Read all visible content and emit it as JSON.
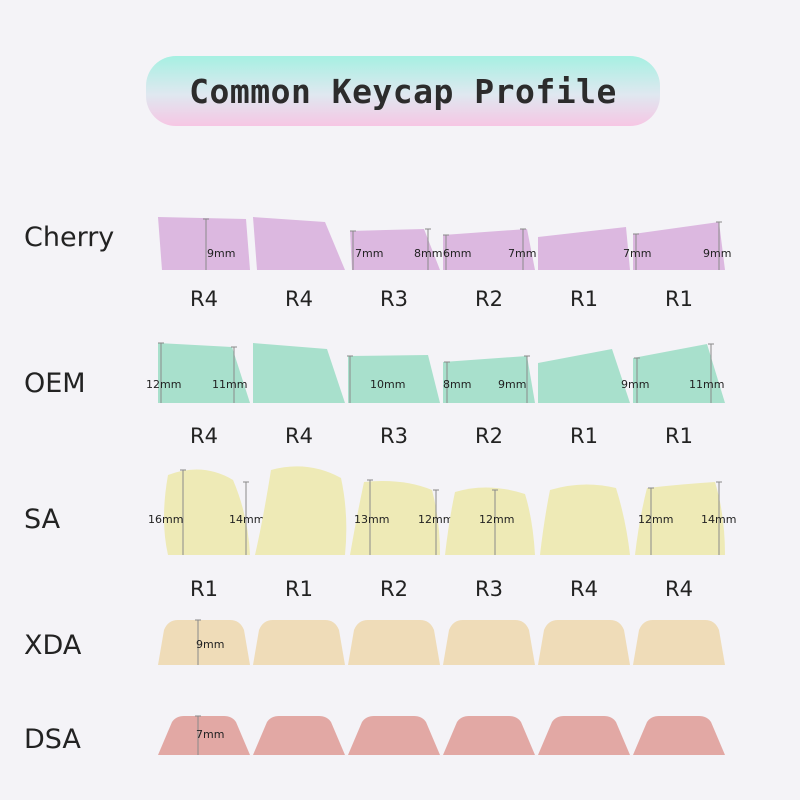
{
  "title": "Common Keycap Profile",
  "colors": {
    "cherry": "#dcb8e0",
    "oem": "#a8e0cc",
    "sa": "#eeeab6",
    "xda": "#efdcb8",
    "dsa": "#e2a8a4",
    "measure_line": "#8a8a8a"
  },
  "rows": [
    {
      "profile": "Cherry",
      "color_key": "cherry",
      "keys": [
        {
          "row_label": "R4",
          "left_height": "",
          "right_height": "",
          "center_height": "9mm"
        },
        {
          "row_label": "R4",
          "left_height": "",
          "right_height": "",
          "center_height": ""
        },
        {
          "row_label": "R3",
          "left_height": "7mm",
          "right_height": "8mm",
          "center_height": ""
        },
        {
          "row_label": "R2",
          "left_height": "6mm",
          "right_height": "7mm",
          "center_height": ""
        },
        {
          "row_label": "R1",
          "left_height": "",
          "right_height": "",
          "center_height": ""
        },
        {
          "row_label": "R1",
          "left_height": "7mm",
          "right_height": "9mm",
          "center_height": ""
        }
      ]
    },
    {
      "profile": "OEM",
      "color_key": "oem",
      "keys": [
        {
          "row_label": "R4",
          "left_height": "12mm",
          "right_height": "11mm",
          "center_height": ""
        },
        {
          "row_label": "R4",
          "left_height": "",
          "right_height": "",
          "center_height": ""
        },
        {
          "row_label": "R3",
          "left_height": "",
          "right_height": "",
          "center_height": "10mm"
        },
        {
          "row_label": "R2",
          "left_height": "8mm",
          "right_height": "9mm",
          "center_height": ""
        },
        {
          "row_label": "R1",
          "left_height": "",
          "right_height": "",
          "center_height": ""
        },
        {
          "row_label": "R1",
          "left_height": "9mm",
          "right_height": "11mm",
          "center_height": ""
        }
      ]
    },
    {
      "profile": "SA",
      "color_key": "sa",
      "keys": [
        {
          "row_label": "R1",
          "left_height": "16mm",
          "right_height": "14mm",
          "center_height": ""
        },
        {
          "row_label": "R1",
          "left_height": "",
          "right_height": "",
          "center_height": ""
        },
        {
          "row_label": "R2",
          "left_height": "13mm",
          "right_height": "12mm",
          "center_height": ""
        },
        {
          "row_label": "R3",
          "left_height": "",
          "right_height": "",
          "center_height": "12mm"
        },
        {
          "row_label": "R4",
          "left_height": "",
          "right_height": "",
          "center_height": ""
        },
        {
          "row_label": "R4",
          "left_height": "12mm",
          "right_height": "14mm",
          "center_height": ""
        }
      ]
    },
    {
      "profile": "XDA",
      "color_key": "xda",
      "keys": [
        {
          "row_label": "",
          "left_height": "",
          "right_height": "",
          "center_height": "9mm"
        },
        {
          "row_label": "",
          "left_height": "",
          "right_height": "",
          "center_height": ""
        },
        {
          "row_label": "",
          "left_height": "",
          "right_height": "",
          "center_height": ""
        },
        {
          "row_label": "",
          "left_height": "",
          "right_height": "",
          "center_height": ""
        },
        {
          "row_label": "",
          "left_height": "",
          "right_height": "",
          "center_height": ""
        },
        {
          "row_label": "",
          "left_height": "",
          "right_height": "",
          "center_height": ""
        }
      ]
    },
    {
      "profile": "DSA",
      "color_key": "dsa",
      "keys": [
        {
          "row_label": "",
          "left_height": "",
          "right_height": "",
          "center_height": "7mm"
        },
        {
          "row_label": "",
          "left_height": "",
          "right_height": "",
          "center_height": ""
        },
        {
          "row_label": "",
          "left_height": "",
          "right_height": "",
          "center_height": ""
        },
        {
          "row_label": "",
          "left_height": "",
          "right_height": "",
          "center_height": ""
        },
        {
          "row_label": "",
          "left_height": "",
          "right_height": "",
          "center_height": ""
        },
        {
          "row_label": "",
          "left_height": "",
          "right_height": "",
          "center_height": ""
        }
      ]
    }
  ]
}
